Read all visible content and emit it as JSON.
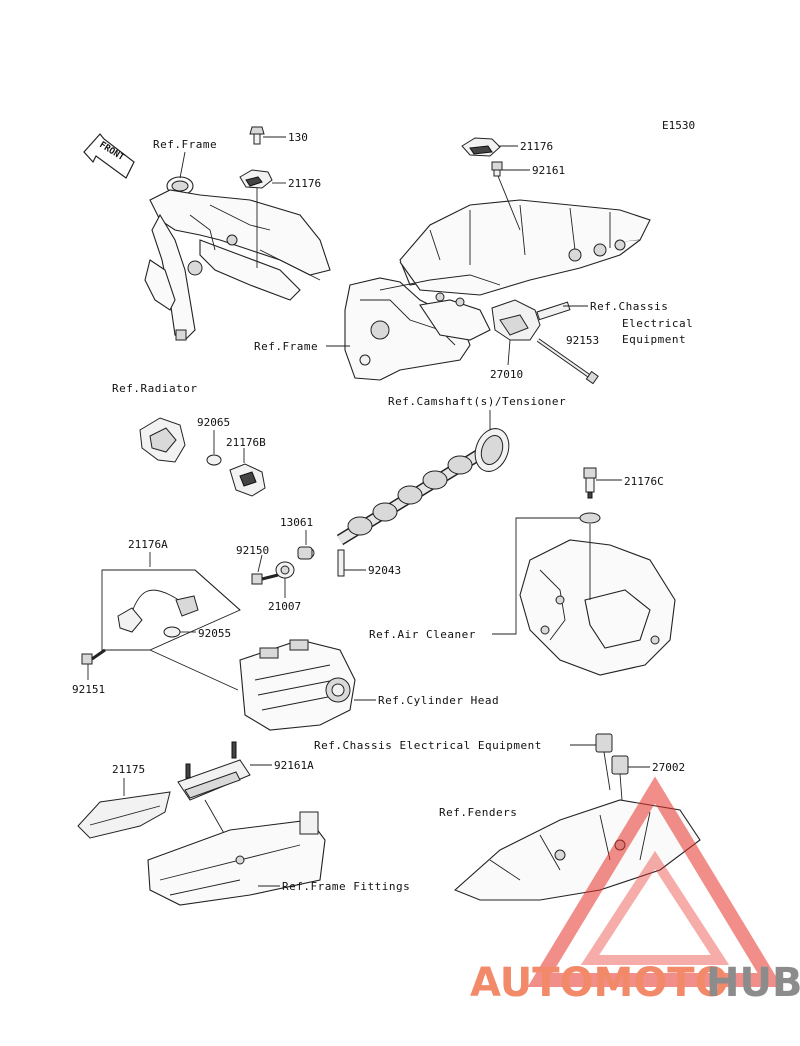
{
  "diagram_code": "E1530",
  "front_label": "FRONT",
  "references": {
    "frame_top": "Ref.Frame",
    "frame_mid": "Ref.Frame",
    "chassis_electrical": [
      "Ref.Chassis",
      "Electrical",
      "Equipment"
    ],
    "radiator": "Ref.Radiator",
    "camshaft": "Ref.Camshaft(s)/Tensioner",
    "air_cleaner": "Ref.Air Cleaner",
    "cylinder_head": "Ref.Cylinder Head",
    "chassis_electrical_2": "Ref.Chassis Electrical Equipment",
    "fenders": "Ref.Fenders",
    "frame_fittings": "Ref.Frame Fittings"
  },
  "parts": {
    "p130": "130",
    "p21176_a": "21176",
    "p21176_b": "21176",
    "p92161": "92161",
    "p92153": "92153",
    "p27010": "27010",
    "p92065": "92065",
    "p21176B": "21176B",
    "p21176C": "21176C",
    "p13061": "13061",
    "p92150": "92150",
    "p92043": "92043",
    "p21007": "21007",
    "p21176A": "21176A",
    "p92055": "92055",
    "p92151": "92151",
    "p21175": "21175",
    "p92161A": "92161A",
    "p27002": "27002"
  },
  "watermark": {
    "part1": "AUTOMOTO",
    "part2": "HUB",
    "color1": "#f28a6a",
    "color2": "#8c8c8c",
    "triangle_color": "#e8312a"
  }
}
